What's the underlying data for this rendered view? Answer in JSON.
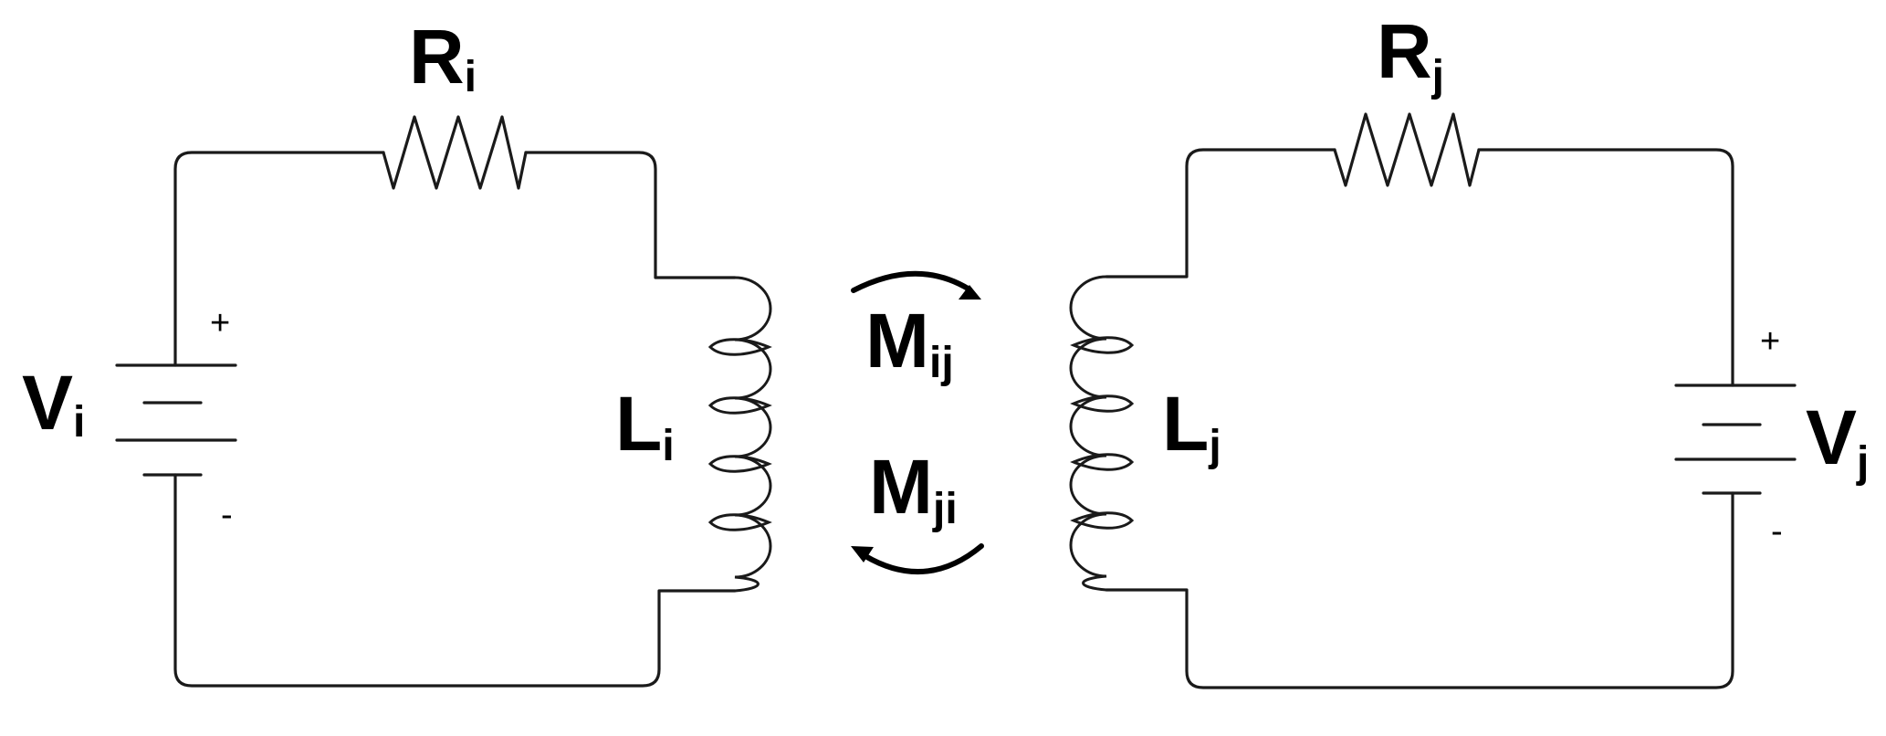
{
  "circuit_i": {
    "resistor": {
      "symbol": "R",
      "subscript": "i"
    },
    "inductor": {
      "symbol": "L",
      "subscript": "i"
    },
    "source": {
      "symbol": "V",
      "subscript": "i",
      "plus": "+",
      "minus": "-"
    }
  },
  "circuit_j": {
    "resistor": {
      "symbol": "R",
      "subscript": "j"
    },
    "inductor": {
      "symbol": "L",
      "subscript": "j"
    },
    "source": {
      "symbol": "V",
      "subscript": "j",
      "plus": "+",
      "minus": "-"
    }
  },
  "coupling": {
    "forward": {
      "symbol": "M",
      "subscript": "ij"
    },
    "backward": {
      "symbol": "M",
      "subscript": "ji"
    }
  }
}
